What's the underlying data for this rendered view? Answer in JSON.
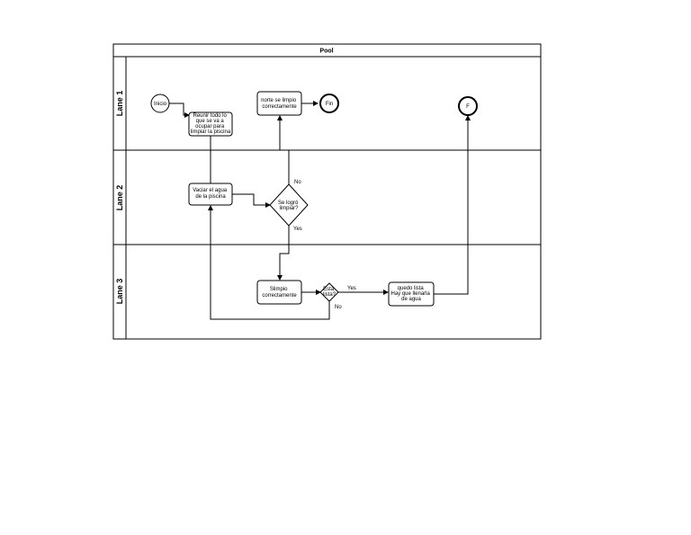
{
  "pool": {
    "title": "Pool"
  },
  "lanes": [
    {
      "label": "Lane 1"
    },
    {
      "label": "Lane 2"
    },
    {
      "label": "Lane 3"
    }
  ],
  "nodes": {
    "inicio": {
      "label": "Inicio"
    },
    "reunir": {
      "lines": [
        "Reunir todo lo",
        "que se va a",
        "ocupar para",
        "limpiar la piscina"
      ]
    },
    "norte": {
      "lines": [
        "norte se limpio",
        "correctamente"
      ]
    },
    "fin": {
      "label": "Fin"
    },
    "f": {
      "label": "F"
    },
    "vaciar": {
      "lines": [
        "Vaciar el agua",
        "de la piscina"
      ]
    },
    "se_logro": {
      "lines": [
        "Se logró",
        "limpiar?"
      ]
    },
    "slimpio": {
      "lines": [
        "Slimpio",
        "correctamente"
      ]
    },
    "esta_lista": {
      "lines": [
        "Esta",
        "lista?"
      ]
    },
    "quedo_lista": {
      "lines": [
        "quedo lista",
        "Hay que llenarla",
        "de agua"
      ]
    }
  },
  "edge_labels": {
    "se_logro_no": "No",
    "se_logro_yes": "Yes",
    "esta_lista_yes": "Yes",
    "esta_lista_no": "No"
  }
}
